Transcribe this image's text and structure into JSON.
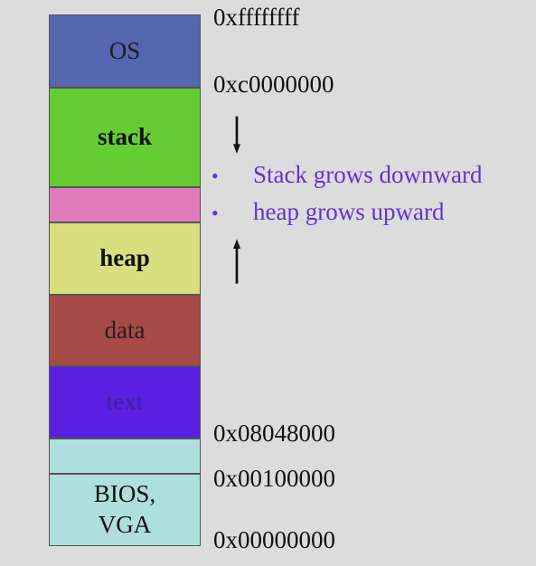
{
  "segments": {
    "os": "OS",
    "stack": "stack",
    "heap": "heap",
    "data": "data",
    "text": "text",
    "bios_line1": "BIOS,",
    "bios_line2": "VGA"
  },
  "addresses": {
    "top": "0xffffffff",
    "kernel_base": "0xc0000000",
    "text_start": "0x08048000",
    "extended_mem": "0x00100000",
    "zero": "0x00000000"
  },
  "notes": {
    "bullet_char": "•",
    "stack_direction": "Stack grows downward",
    "heap_direction": "heap grows upward"
  },
  "colors": {
    "background": "#dcdcdc",
    "os": "#5566b0",
    "stack": "#66cc33",
    "gap": "#e07ab8",
    "heap": "#d9df7f",
    "data": "#a54a47",
    "text": "#5a1fe0",
    "low_memory": "#aedfdc",
    "note_text": "#6633cc"
  },
  "icons": {
    "down": "arrow-down-icon",
    "up": "arrow-up-icon"
  }
}
